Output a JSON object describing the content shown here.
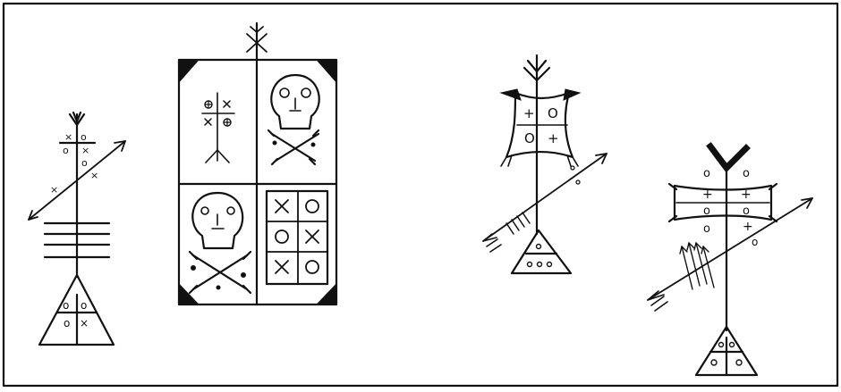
{
  "colors": {
    "ink": "#111111",
    "paper": "#ffffff"
  },
  "figures": [
    {
      "name": "staff-with-ladder",
      "glyphs": [
        "×",
        "o",
        "o",
        "×",
        "o",
        "×",
        "×",
        "o",
        "o",
        "×"
      ]
    },
    {
      "name": "skull-panel"
    },
    {
      "name": "cross-banner-staff",
      "glyphs": [
        "+",
        "O",
        "O",
        "+"
      ]
    },
    {
      "name": "forked-staff",
      "glyphs": [
        "o",
        "o",
        "+",
        "+",
        "o",
        "o",
        "o",
        "+",
        "o"
      ]
    }
  ]
}
